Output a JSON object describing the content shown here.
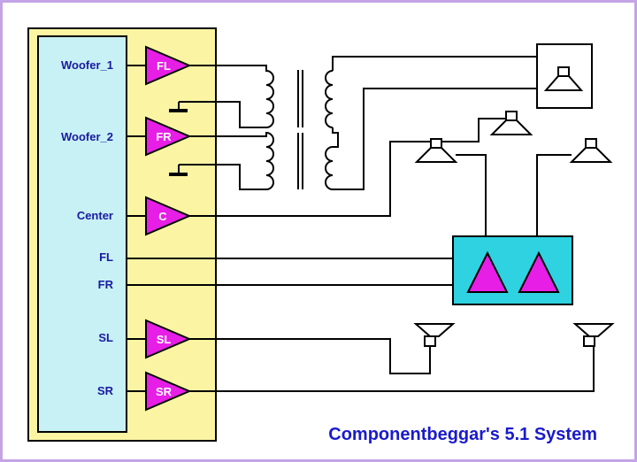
{
  "title": "Componentbeggar's 5.1 System",
  "source_labels": {
    "woofer1": "Woofer_1",
    "woofer2": "Woofer_2",
    "center": "Center",
    "fl": "FL",
    "fr": "FR",
    "sl": "SL",
    "sr": "SR"
  },
  "amplifiers": {
    "fl": "FL",
    "fr": "FR",
    "c": "C",
    "sl": "SL",
    "sr": "SR"
  },
  "colors": {
    "frame_border": "#c4a3e6",
    "source_panel": "#fbf5a3",
    "source_inner": "#c7f1f5",
    "amp_fill": "#e61ee6",
    "front_amp_box": "#2ed2e0",
    "label_text": "#1a1aa0",
    "title_text": "#1a1acc"
  }
}
